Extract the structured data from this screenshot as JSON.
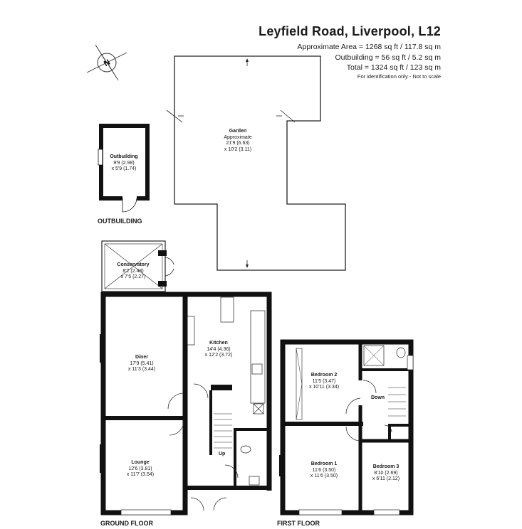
{
  "header": {
    "title": "Leyfield Road, Liverpool, L12",
    "approx_area": "Approximate Area = 1268 sq ft / 117.8 sq m",
    "outbuilding_area": "Outbuilding = 56 sq ft / 5.2 sq m",
    "total_area": "Total = 1324 sq ft / 123 sq m",
    "disclaimer": "For identification only - Not to scale"
  },
  "compass": {
    "label": "N",
    "icon": "compass-icon"
  },
  "floors": {
    "outbuilding": "OUTBUILDING",
    "ground": "GROUND FLOOR",
    "first": "FIRST FLOOR"
  },
  "rooms": {
    "garden": {
      "name": "Garden",
      "line1": "Approximate",
      "line2": "21'9 (6.63)",
      "line3": "x 10'2 (3.11)"
    },
    "outbuilding": {
      "name": "Outbuilding",
      "line1": "9'9 (2.98)",
      "line2": "x 5'9 (1.74)"
    },
    "conservatory": {
      "name": "Conservatory",
      "line1": "8'2 (2.48)",
      "line2": "x 7'5 (2.27)"
    },
    "kitchen": {
      "name": "Kitchen",
      "line1": "14'4 (4.36)",
      "line2": "x 12'2 (3.72)"
    },
    "diner": {
      "name": "Diner",
      "line1": "17'9 (5.41)",
      "line2": "x 11'3 (3.44)"
    },
    "lounge": {
      "name": "Lounge",
      "line1": "12'6 (3.81)",
      "line2": "x 11'7 (3.54)"
    },
    "bedroom2": {
      "name": "Bedroom 2",
      "line1": "11'5 (3.47)",
      "line2": "x 10'11 (3.34)"
    },
    "bedroom1": {
      "name": "Bedroom 1",
      "line1": "11'6 (3.50)",
      "line2": "x 11'6 (3.50)"
    },
    "bedroom3": {
      "name": "Bedroom 3",
      "line1": "8'10 (2.69)",
      "line2": "x 6'11 (2.12)"
    }
  },
  "labels": {
    "up": "Up",
    "down": "Down"
  }
}
